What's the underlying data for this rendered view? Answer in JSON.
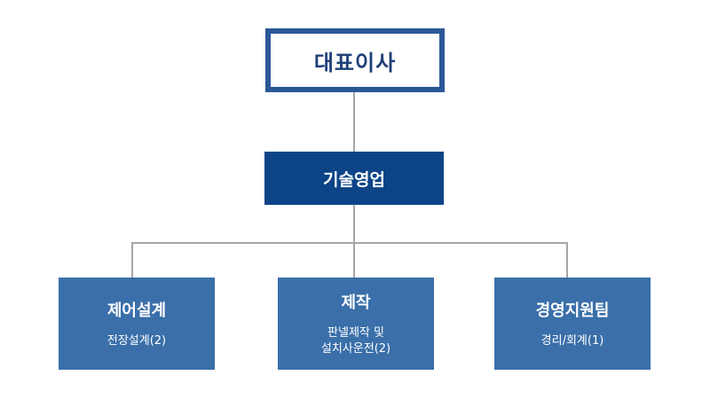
{
  "org": {
    "top": {
      "title": "대표이사"
    },
    "middle": {
      "title": "기술영업"
    },
    "departments": [
      {
        "title": "제어설계",
        "sub": "전장설계(2)"
      },
      {
        "title": "제작",
        "sub_line1": "판넬제작 및",
        "sub_line2": "설치사운전(2)"
      },
      {
        "title": "경영지원팀",
        "sub": "경리/회계(1)"
      }
    ]
  },
  "colors": {
    "ceo_border": "#2a5797",
    "middle_fill": "#0d4487",
    "dept_fill": "#3a6fa9",
    "connector": "#a6a6a6"
  }
}
